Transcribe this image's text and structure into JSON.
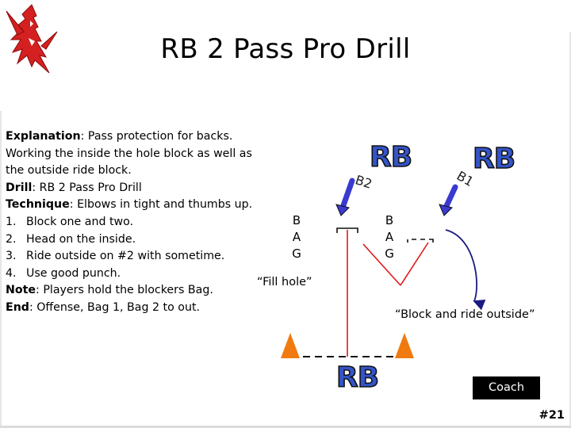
{
  "title": "RB 2 Pass Pro Drill",
  "explanation": {
    "explanation_label": "Explanation",
    "explanation_text": ": Pass protection for backs.",
    "explanation_line2": "Working the inside the hole block as well as",
    "explanation_line3": "the outside ride block.",
    "drill_label": "Drill",
    "drill_text": ": RB 2 Pass Pro Drill",
    "technique_label": "Technique",
    "technique_text": ": Elbows in tight and thumbs up.",
    "steps": [
      {
        "num": "1.",
        "text": "Block one and two."
      },
      {
        "num": "2.",
        "text": "Head on the inside."
      },
      {
        "num": "3.",
        "text": "Ride outside on #2 with sometime."
      },
      {
        "num": "4.",
        "text": "Use good punch."
      }
    ],
    "note_label": "Note",
    "note_text": ": Players hold the blockers Bag.",
    "end_label": "End",
    "end_text": ":  Offense, Bag 1, Bag 2 to out."
  },
  "diagram": {
    "bag_left": [
      "B",
      "A",
      "G"
    ],
    "bag_right": [
      "B",
      "A",
      "G"
    ],
    "player_labels": {
      "b2": "B2",
      "b1": "B1"
    },
    "rb_labels": {
      "top_left": "RB",
      "top_right": "RB",
      "bottom": "RB"
    },
    "captions": {
      "fill_hole": "“Fill hole”",
      "block_ride": "“Block and ride outside”"
    },
    "coach": "Coach"
  },
  "slide_number": "#21",
  "colors": {
    "route_red": "#e01818",
    "rb_blue": "#3454c8",
    "arrow_blue": "#3a3ad0",
    "cone_orange": "#f07a10",
    "logo_red": "#d42020"
  }
}
